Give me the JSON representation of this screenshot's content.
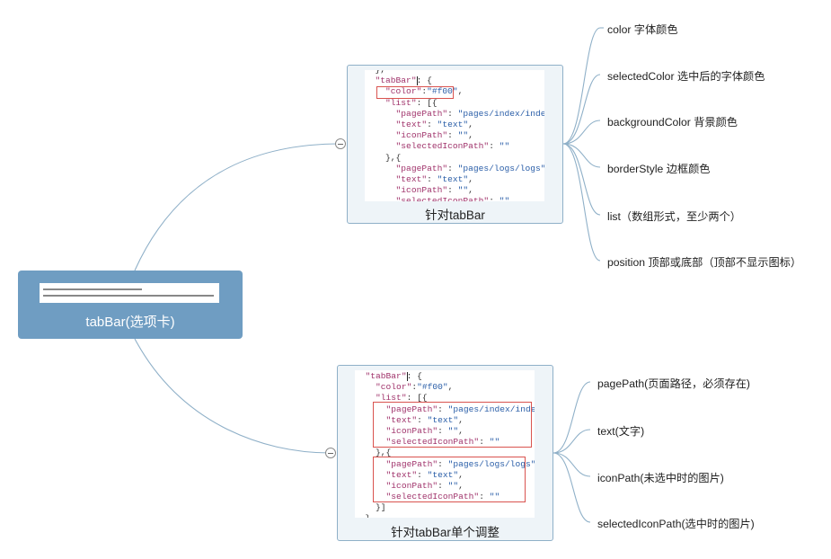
{
  "root": {
    "title": "tabBar(选项卡)"
  },
  "card1": {
    "caption": "针对tabBar",
    "code_lines": [
      [
        [
          "p",
          "  },"
        ]
      ],
      [
        [
          "p",
          "  "
        ],
        [
          "k",
          "\"tabBar\""
        ],
        [
          "p",
          ": {"
        ]
      ],
      [
        [
          "p",
          "    "
        ],
        [
          "k",
          "\"color\""
        ],
        [
          "p",
          ":"
        ],
        [
          "s",
          "\"#f00\""
        ],
        [
          "p",
          ","
        ]
      ],
      [
        [
          "p",
          "    "
        ],
        [
          "k",
          "\"list\""
        ],
        [
          "p",
          ": [{"
        ]
      ],
      [
        [
          "p",
          "      "
        ],
        [
          "k",
          "\"pagePath\""
        ],
        [
          "p",
          ": "
        ],
        [
          "s",
          "\"pages/index/index\""
        ],
        [
          "p",
          ","
        ]
      ],
      [
        [
          "p",
          "      "
        ],
        [
          "k",
          "\"text\""
        ],
        [
          "p",
          ": "
        ],
        [
          "s",
          "\"text\""
        ],
        [
          "p",
          ","
        ]
      ],
      [
        [
          "p",
          "      "
        ],
        [
          "k",
          "\"iconPath\""
        ],
        [
          "p",
          ": "
        ],
        [
          "s",
          "\"\""
        ],
        [
          "p",
          ","
        ]
      ],
      [
        [
          "p",
          "      "
        ],
        [
          "k",
          "\"selectedIconPath\""
        ],
        [
          "p",
          ": "
        ],
        [
          "s",
          "\"\""
        ]
      ],
      [
        [
          "p",
          "    },{"
        ]
      ],
      [
        [
          "p",
          "      "
        ],
        [
          "k",
          "\"pagePath\""
        ],
        [
          "p",
          ": "
        ],
        [
          "s",
          "\"pages/logs/logs\""
        ],
        [
          "p",
          ","
        ]
      ],
      [
        [
          "p",
          "      "
        ],
        [
          "k",
          "\"text\""
        ],
        [
          "p",
          ": "
        ],
        [
          "s",
          "\"text\""
        ],
        [
          "p",
          ","
        ]
      ],
      [
        [
          "p",
          "      "
        ],
        [
          "k",
          "\"iconPath\""
        ],
        [
          "p",
          ": "
        ],
        [
          "s",
          "\"\""
        ],
        [
          "p",
          ","
        ]
      ],
      [
        [
          "p",
          "      "
        ],
        [
          "k",
          "\"selectedIconPath\""
        ],
        [
          "p",
          ": "
        ],
        [
          "s",
          "\"\""
        ]
      ]
    ]
  },
  "card2": {
    "caption": "针对tabBar单个调整",
    "code_lines": [
      [
        [
          "p",
          "  "
        ],
        [
          "k",
          "\"tabBar\""
        ],
        [
          "p",
          ": {"
        ]
      ],
      [
        [
          "p",
          "    "
        ],
        [
          "k",
          "\"color\""
        ],
        [
          "p",
          ":"
        ],
        [
          "s",
          "\"#f00\""
        ],
        [
          "p",
          ","
        ]
      ],
      [
        [
          "p",
          "    "
        ],
        [
          "k",
          "\"list\""
        ],
        [
          "p",
          ": [{"
        ]
      ],
      [
        [
          "p",
          "      "
        ],
        [
          "k",
          "\"pagePath\""
        ],
        [
          "p",
          ": "
        ],
        [
          "s",
          "\"pages/index/index\""
        ],
        [
          "p",
          ","
        ]
      ],
      [
        [
          "p",
          "      "
        ],
        [
          "k",
          "\"text\""
        ],
        [
          "p",
          ": "
        ],
        [
          "s",
          "\"text\""
        ],
        [
          "p",
          ","
        ]
      ],
      [
        [
          "p",
          "      "
        ],
        [
          "k",
          "\"iconPath\""
        ],
        [
          "p",
          ": "
        ],
        [
          "s",
          "\"\""
        ],
        [
          "p",
          ","
        ]
      ],
      [
        [
          "p",
          "      "
        ],
        [
          "k",
          "\"selectedIconPath\""
        ],
        [
          "p",
          ": "
        ],
        [
          "s",
          "\"\""
        ]
      ],
      [
        [
          "p",
          "    },{"
        ]
      ],
      [
        [
          "p",
          "      "
        ],
        [
          "k",
          "\"pagePath\""
        ],
        [
          "p",
          ": "
        ],
        [
          "s",
          "\"pages/logs/logs\""
        ],
        [
          "p",
          ","
        ]
      ],
      [
        [
          "p",
          "      "
        ],
        [
          "k",
          "\"text\""
        ],
        [
          "p",
          ": "
        ],
        [
          "s",
          "\"text\""
        ],
        [
          "p",
          ","
        ]
      ],
      [
        [
          "p",
          "      "
        ],
        [
          "k",
          "\"iconPath\""
        ],
        [
          "p",
          ": "
        ],
        [
          "s",
          "\"\""
        ],
        [
          "p",
          ","
        ]
      ],
      [
        [
          "p",
          "      "
        ],
        [
          "k",
          "\"selectedIconPath\""
        ],
        [
          "p",
          ": "
        ],
        [
          "s",
          "\"\""
        ]
      ],
      [
        [
          "p",
          "    }]"
        ]
      ],
      [
        [
          "p",
          "  }"
        ]
      ]
    ]
  },
  "branch1_leaves": [
    "color 字体颜色",
    "selectedColor 选中后的字体颜色",
    "backgroundColor 背景颜色",
    "borderStyle 边框颜色",
    "list（数组形式，至少两个）",
    "position 顶部或底部（顶部不显示图标）"
  ],
  "branch2_leaves": [
    "pagePath(页面路径，必须存在)",
    "text(文字)",
    "iconPath(未选中时的图片)",
    "selectedIconPath(选中时的图片)"
  ],
  "colors": {
    "root_fill": "#6f9dc2",
    "link": "#8fb0c8",
    "highlight": "#d9534f"
  }
}
